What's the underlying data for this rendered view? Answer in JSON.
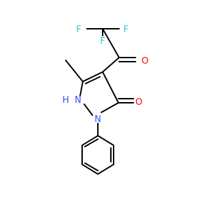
{
  "molecule": {
    "atom_labels": {
      "f1": "F",
      "f2": "F",
      "f3": "F",
      "o_acyl": "O",
      "o_ring": "O",
      "n_h": "H",
      "n_h_n": "N",
      "n_ph": "N"
    }
  },
  "colors": {
    "bond": "#000000",
    "fluorine": "#33cccc",
    "oxygen": "#ff0000",
    "nitrogen": "#3050f8",
    "background": "#ffffff"
  }
}
